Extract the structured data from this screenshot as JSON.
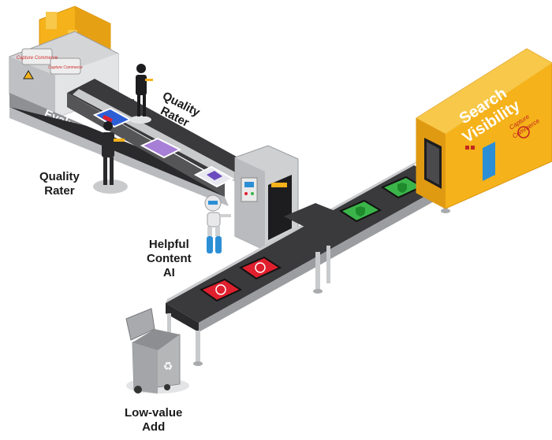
{
  "machine_left": {
    "side_label": "Evaluation",
    "brand_top": "Capture Commerce",
    "brand_small": "Capture Commerce"
  },
  "machine_right": {
    "title_line1": "Search",
    "title_line2": "Visibility",
    "brand_line1": "Capture",
    "brand_line2": "Commerce"
  },
  "labels": {
    "quality_rater_top": [
      "Quality",
      "Rater"
    ],
    "quality_rater_left": [
      "Quality",
      "Rater"
    ],
    "helpful_ai": [
      "Helpful",
      "Content",
      "AI"
    ],
    "low_value": [
      "Low-value",
      "Add"
    ]
  },
  "colors": {
    "machine_yellow": "#f5b21a",
    "machine_gray": "#c9cacc",
    "belt": "#3a3a3c",
    "approved_green": "#3bb54a",
    "rejected_red": "#e0202e",
    "bin_gray": "#b5b6b8"
  },
  "icons": [
    "shield-check-icon",
    "warning-circle-icon",
    "recycle-icon",
    "robot-icon",
    "person-icon"
  ]
}
